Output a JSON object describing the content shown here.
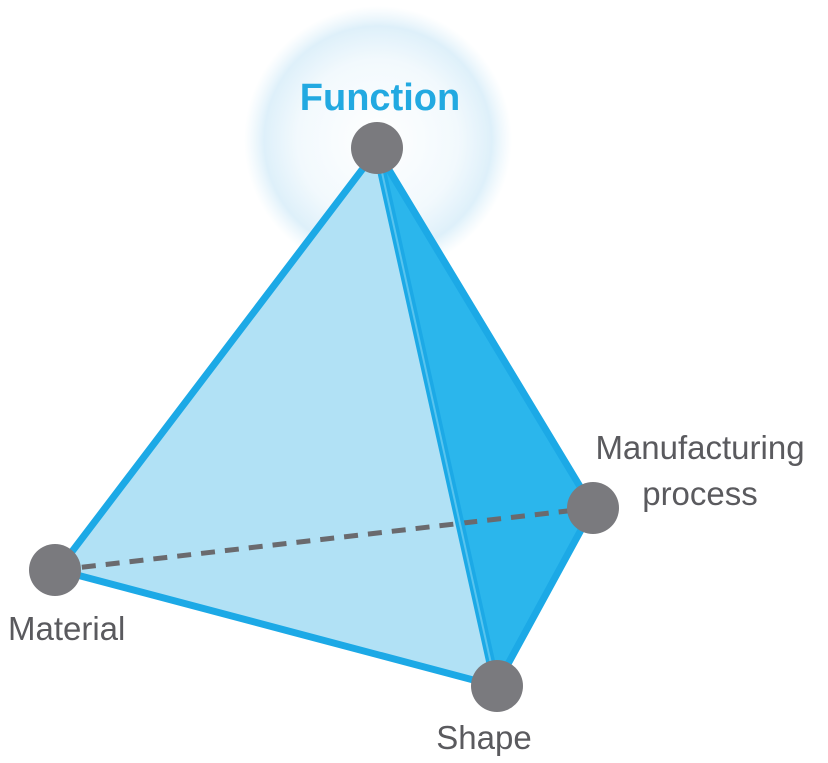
{
  "diagram": {
    "apex_label": "Function",
    "vertices": {
      "material": "Material",
      "shape": "Shape",
      "manufacturing_line1": "Manufacturing",
      "manufacturing_line2": "process"
    }
  },
  "colors": {
    "edge": "#1ca9e6",
    "face_light": "#b1e1f5",
    "face_dark": "#2bb6ec",
    "node": "#7a7a7e",
    "label": "#5a5a5e",
    "apex_label": "#22a9e1",
    "dashed": "#6a6a6e"
  }
}
